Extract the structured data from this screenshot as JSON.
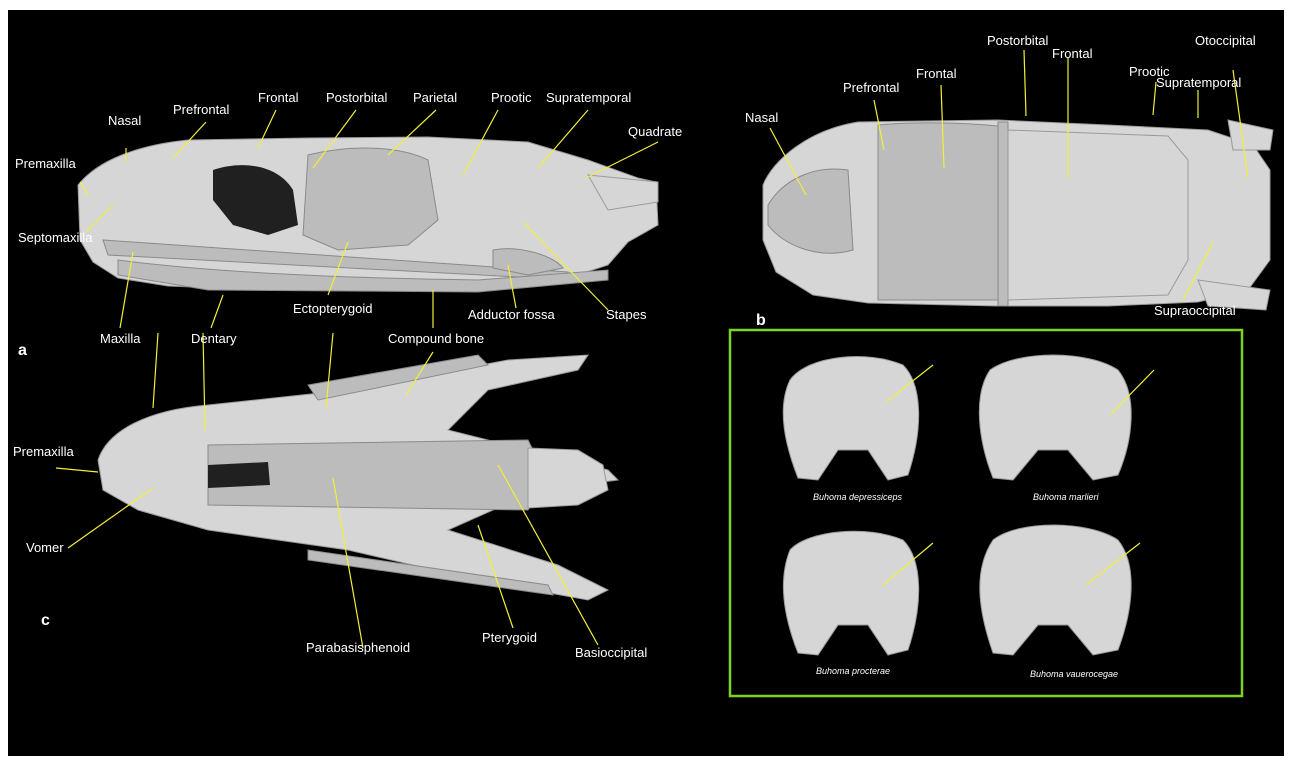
{
  "panel_letters": {
    "a": "a",
    "b": "b",
    "c": "c"
  },
  "labels_a": {
    "nasal": "Nasal",
    "prefrontal": "Prefrontal",
    "frontal": "Frontal",
    "postorbital": "Postorbital",
    "parietal": "Parietal",
    "prootic": "Prootic",
    "supratemporal": "Supratemporal",
    "quadrate": "Quadrate",
    "premaxilla": "Premaxilla",
    "septomaxilla": "Septomaxilla",
    "maxilla": "Maxilla",
    "dentary": "Dentary",
    "ectopterygoid": "Ectopterygoid",
    "compound_bone": "Compound bone",
    "adductor_fossa": "Adductor fossa",
    "stapes": "Stapes"
  },
  "labels_b": {
    "nasal": "Nasal",
    "prefrontal": "Prefrontal",
    "frontal_1": "Frontal",
    "postorbital": "Postorbital",
    "frontal_2": "Frontal",
    "prootic": "Prootic",
    "supratemporal": "Supratemporal",
    "otoccipital": "Otoccipital",
    "supraoccipital": "Supraoccipital"
  },
  "labels_c": {
    "premaxilla": "Premaxilla",
    "vomer": "Vomer",
    "parabasisphenoid": "Parabasisphenoid",
    "pterygoid": "Pterygoid",
    "basioccipital": "Basioccipital"
  },
  "inset": {
    "border_color": "#7ed321",
    "species": [
      "Buhoma depressiceps",
      "Buhoma marlieri",
      "Buhoma procterae",
      "Buhoma vauerocegae"
    ]
  },
  "colors": {
    "background": "#000000",
    "leader_line": "#f2ee3a",
    "label_text": "#ffffff"
  }
}
